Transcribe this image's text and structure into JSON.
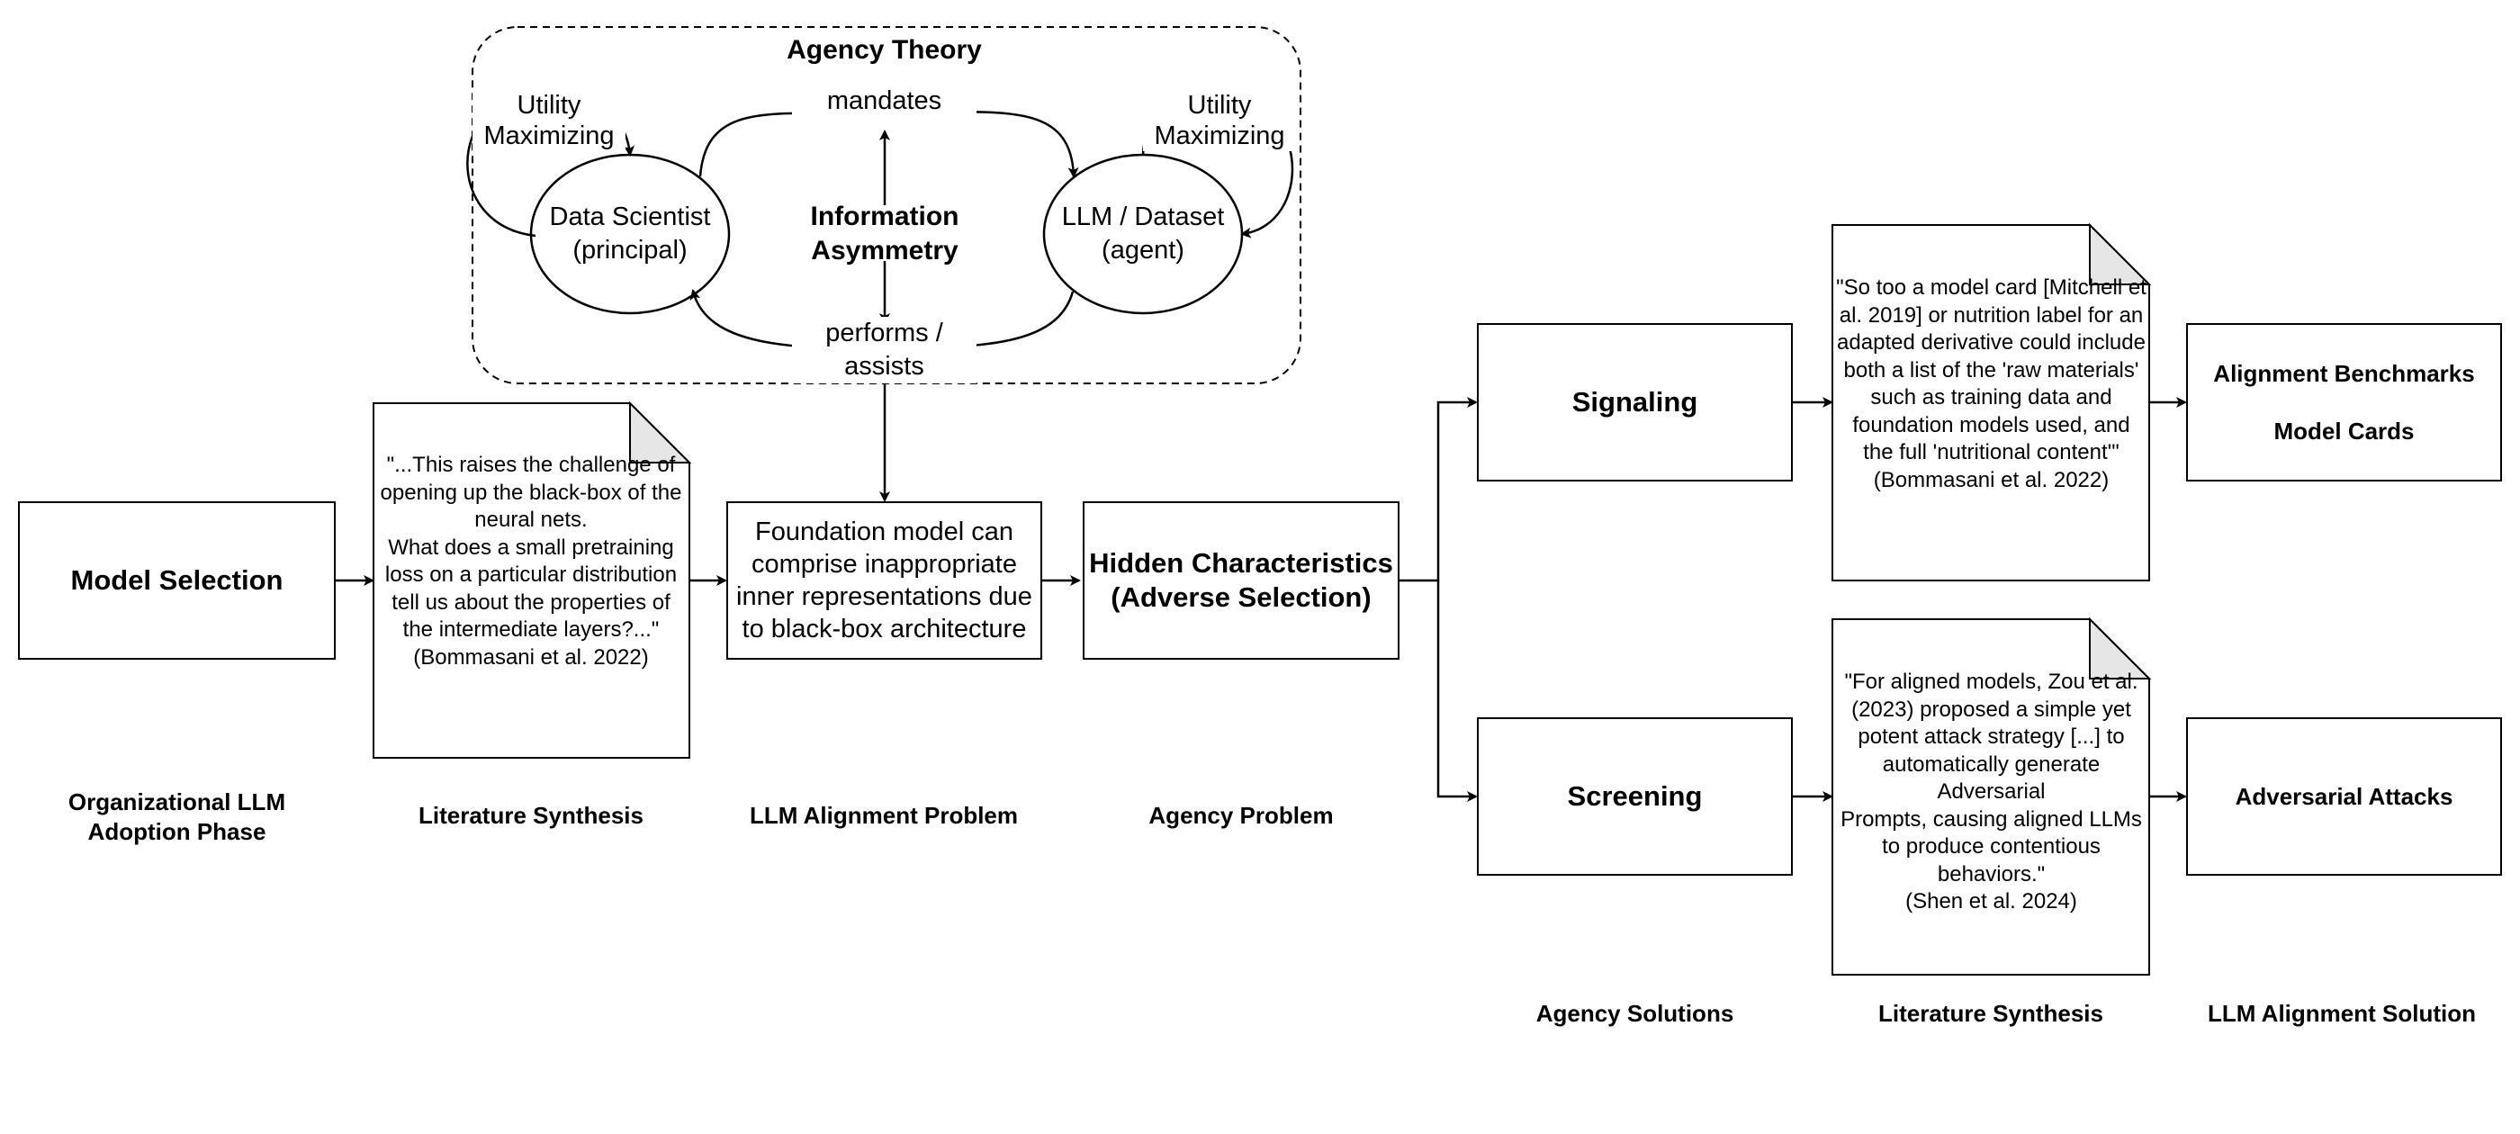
{
  "agency_theory": {
    "title": "Agency Theory",
    "principal": "Data Scientist\n(principal)",
    "agent": "LLM / Dataset\n(agent)",
    "utility_left": "Utility\nMaximizing",
    "utility_right": "Utility\nMaximizing",
    "mandates": "mandates",
    "performs": "performs /\nassists",
    "info_asymmetry": "Information\nAsymmetry"
  },
  "boxes": {
    "model_selection": "Model Selection",
    "foundation_model": "Foundation model can comprise inappropriate inner representations due to black-box architecture",
    "hidden_characteristics": "Hidden Characteristics\n(Adverse Selection)",
    "signaling": "Signaling",
    "screening": "Screening",
    "alignment_benchmarks": "Alignment Benchmarks",
    "model_cards": "Model Cards",
    "adversarial_attacks": "Adversarial Attacks"
  },
  "notes": {
    "lit_black_box": "\"...This raises the challenge of opening up the black-box of the neural nets.\nWhat does a small pretraining loss on a particular distribution tell us about the properties of the intermediate layers?...\"\n(Bommasani et al. 2022)",
    "lit_model_card": "\"So too a model card [Mitchell et al. 2019] or nutrition label for an adapted derivative could include both a list of the 'raw materials' such as training data and foundation models used, and the full 'nutritional content'\"\n(Bommasani et al. 2022)",
    "lit_adversarial": "\"For aligned models, Zou et al. (2023) proposed a simple yet potent attack strategy [...] to automatically generate Adversarial\nPrompts, causing aligned LLMs to produce contentious behaviors.\"\n(Shen et al. 2024)"
  },
  "captions": {
    "adoption_phase": "Organizational LLM\nAdoption Phase",
    "lit_synthesis_1": "Literature Synthesis",
    "alignment_problem": "LLM Alignment Problem",
    "agency_problem": "Agency Problem",
    "agency_solutions": "Agency Solutions",
    "lit_synthesis_2": "Literature Synthesis",
    "alignment_solution": "LLM Alignment Solution"
  }
}
